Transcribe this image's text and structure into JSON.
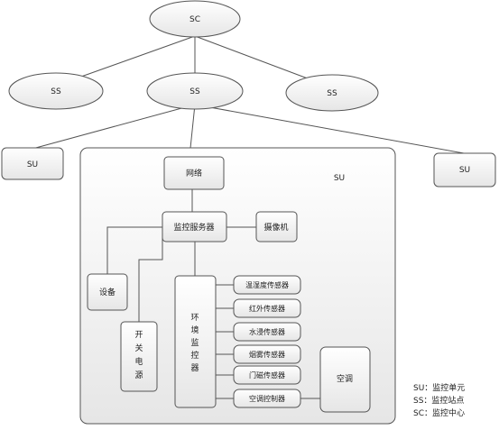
{
  "nodes": {
    "sc_top": "SC",
    "ss_left": "SS",
    "ss_center": "SS",
    "ss_right": "SS",
    "su_left": "SU",
    "su_right": "SU",
    "su_group": "SU",
    "network": "网络",
    "monitor_server": "监控服务器",
    "camera": "摄像机",
    "device": "设备",
    "switch_power": [
      "开",
      "关",
      "电",
      "源"
    ],
    "env_monitor": [
      "环",
      "境",
      "监",
      "控",
      "器"
    ],
    "sensors": [
      "温湿度传感器",
      "红外传感器",
      "水浸传感器",
      "烟雾传感器",
      "门磁传感器",
      "空调控制器"
    ],
    "air_conditioner": "空调"
  },
  "legend": [
    "SU：监控单元",
    "SS：监控站点",
    "SC：监控中心"
  ]
}
